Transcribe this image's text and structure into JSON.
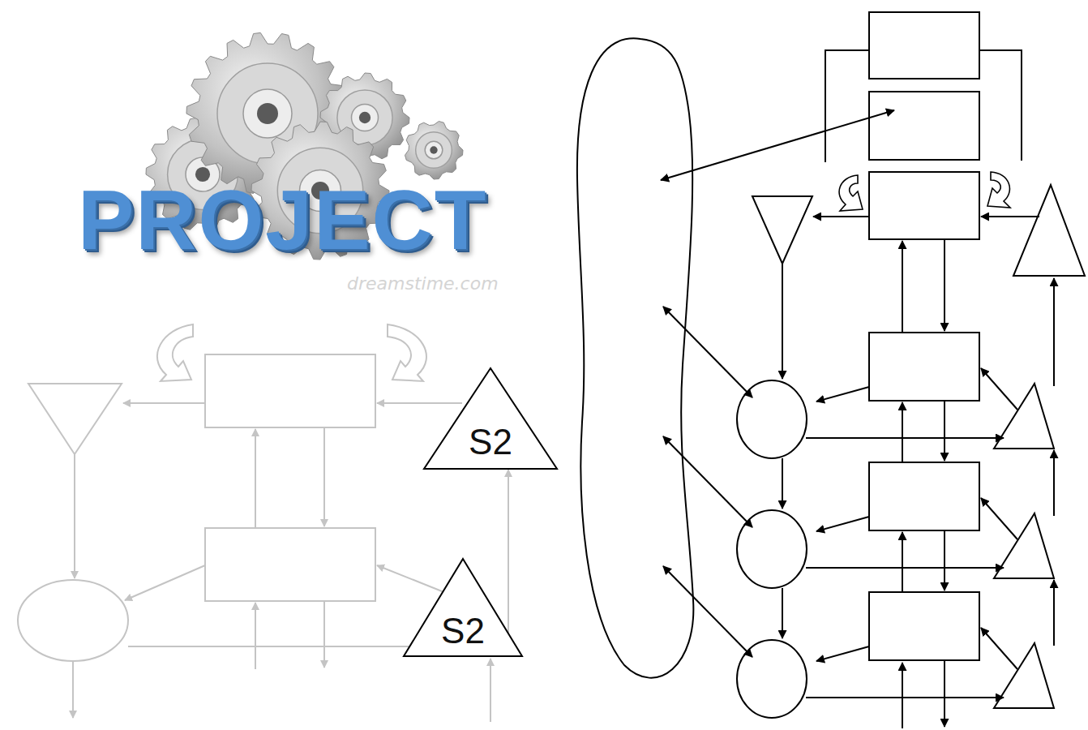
{
  "diagram": {
    "nodes": [
      {
        "text": [
          "S2"
        ]
      },
      {
        "text": [
          "S2"
        ]
      }
    ],
    "edges": [
      {
        "from": 1,
        "to": 0,
        "arrow": "to"
      }
    ],
    "labels": [
      "PROJECT",
      "dreamstime.com"
    ]
  }
}
